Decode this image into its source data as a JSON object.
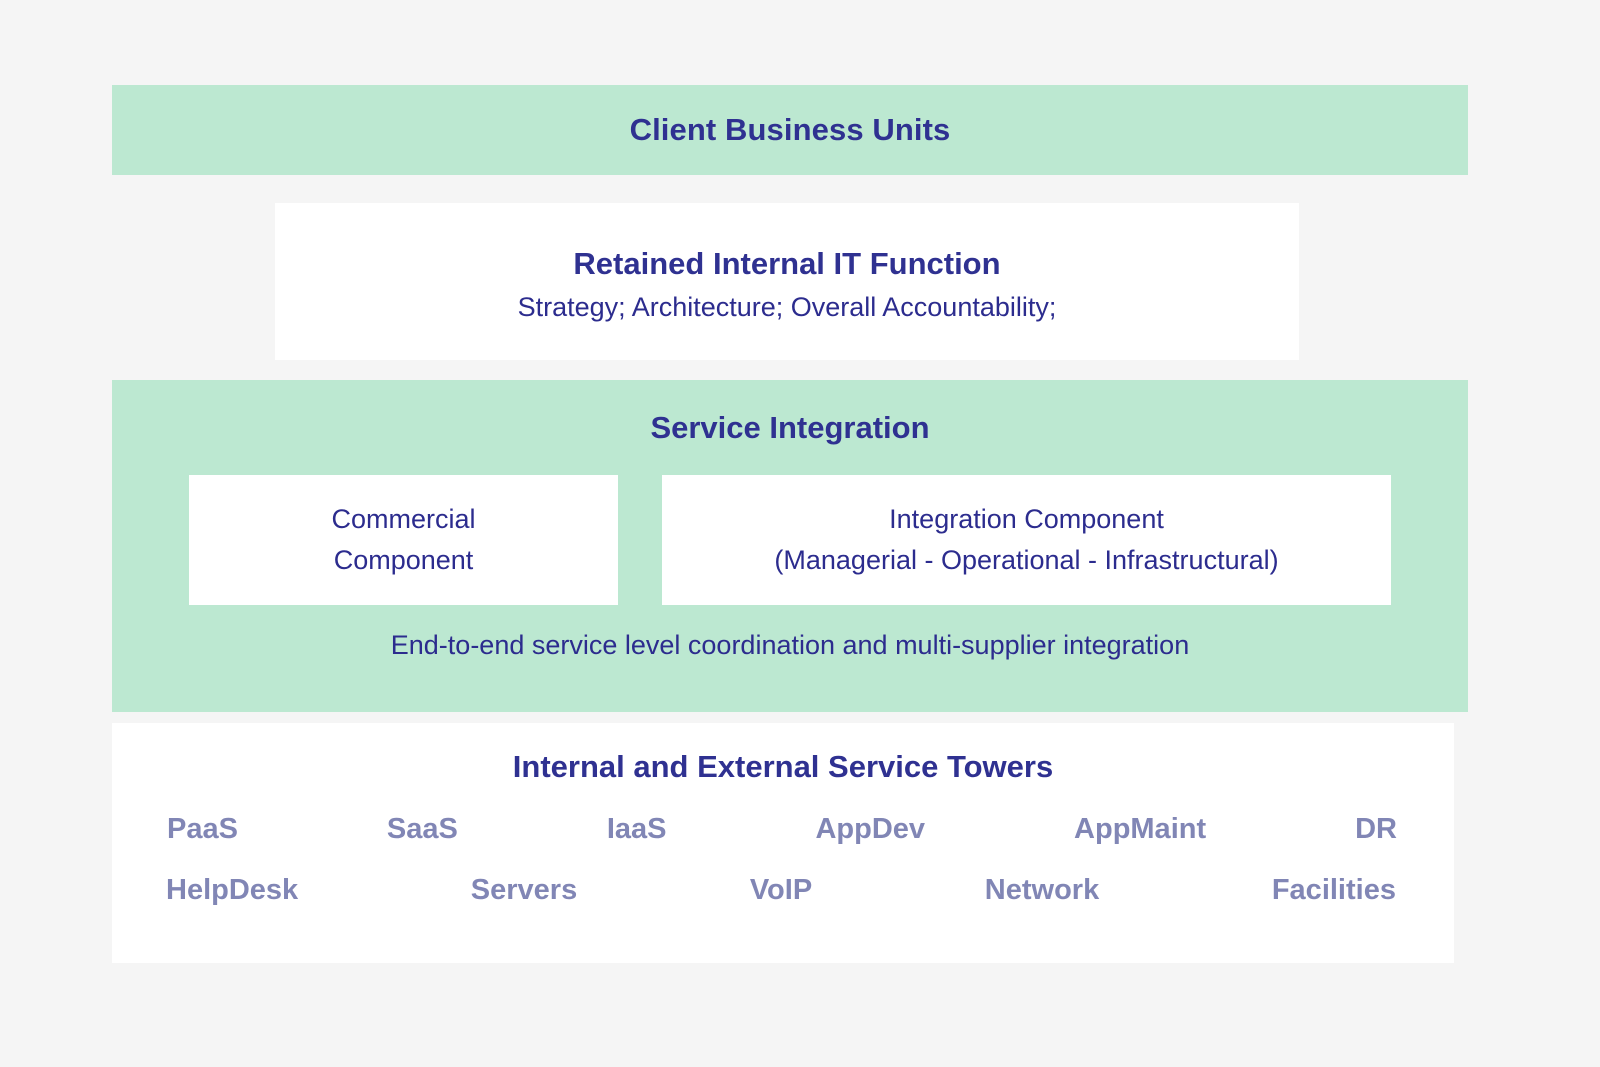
{
  "diagram": {
    "background_color": "#f5f5f5",
    "accent_green": "#bce8d1",
    "heading_color": "#2f3191",
    "body_color": "#2c2c8e",
    "tower_label_color": "#8186b5"
  },
  "layers": {
    "client_business_units": {
      "title": "Client Business Units"
    },
    "retained_it": {
      "title": "Retained Internal IT Function",
      "subtitle": "Strategy; Architecture; Overall Accountability;"
    },
    "service_integration": {
      "title": "Service Integration",
      "cards": [
        {
          "line1": "Commercial",
          "line2": "Component"
        },
        {
          "line1": "Integration Component",
          "line2": "(Managerial - Operational - Infrastructural)"
        }
      ],
      "caption": "End-to-end service level coordination and multi-supplier integration"
    },
    "service_towers": {
      "title": "Internal and External Service Towers",
      "row_1": [
        "PaaS",
        "SaaS",
        "IaaS",
        "AppDev",
        "AppMaint",
        "DR"
      ],
      "row_2": [
        "HelpDesk",
        "Servers",
        "VoIP",
        "Network",
        "Facilities"
      ]
    }
  }
}
